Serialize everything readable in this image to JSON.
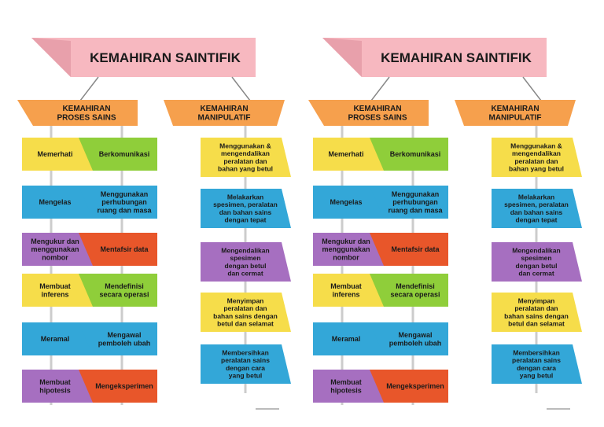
{
  "left_chart": {
    "title": "KEMAHIRAN SAINTIFIK",
    "branch_proses": [
      "KEMAHIRAN",
      "PROSES SAINS"
    ],
    "branch_manipulatif": [
      "KEMAHIRAN",
      "MANIPULATIF"
    ],
    "proses_left": [
      [
        "Memerhati"
      ],
      [
        "Mengelas"
      ],
      [
        "Mengukur dan",
        "menggunakan",
        "nombor"
      ],
      [
        "Membuat",
        "inferens"
      ],
      [
        "Meramal"
      ],
      [
        "Membuat",
        "hipotesis"
      ]
    ],
    "proses_right": [
      [
        "Berkomunikasi"
      ],
      [
        "Menggunakan",
        "perhubungan",
        "ruang dan masa"
      ],
      [
        "Mentafsir data"
      ],
      [
        "Mendefinisi",
        "secara operasi"
      ],
      [
        "Mengawal",
        "pemboleh ubah"
      ],
      [
        "Mengeksperimen"
      ]
    ],
    "manipulatif": [
      [
        "Menggunakan &",
        "mengendalikan",
        "peralatan dan",
        "bahan yang betul"
      ],
      [
        "Melakarkan",
        "spesimen, peralatan",
        "dan bahan sains",
        "dengan tepat"
      ],
      [
        "Mengendalikan",
        "spesimen",
        "dengan betul",
        "dan cermat"
      ],
      [
        "Menyimpan",
        "peralatan dan",
        "bahan sains dengan",
        "betul dan selamat"
      ],
      [
        "Membersihkan",
        "peralatan sains",
        "dengan cara",
        "yang betul"
      ]
    ]
  },
  "right_chart": {
    "title": "KEMAHIRAN SAINTIFIK",
    "branch_proses": [
      "KEMAHIRAN",
      "PROSES SAINS"
    ],
    "branch_manipulatif": [
      "KEMAHIRAN",
      "MANIPULATIF"
    ],
    "proses_left": [
      [
        "Memerhati"
      ],
      [
        "Mengelas"
      ],
      [
        "Mengukur dan",
        "menggunakan",
        "nombor"
      ],
      [
        "Membuat",
        "inferens"
      ],
      [
        "Meramal"
      ],
      [
        "Membuat",
        "hipotesis"
      ]
    ],
    "proses_right": [
      [
        "Berkomunikasi"
      ],
      [
        "Menggunakan",
        "perhubungan",
        "ruang dan masa"
      ],
      [
        "Mentafsir data"
      ],
      [
        "Mendefinisi",
        "secara operasi"
      ],
      [
        "Mengawal",
        "pemboleh ubah"
      ],
      [
        "Mengeksperimen"
      ]
    ],
    "manipulatif": [
      [
        "Menggunakan &",
        "mengendalikan",
        "peralatan dan",
        "bahan yang betul"
      ],
      [
        "Melakarkan",
        "spesimen, peralatan",
        "dan bahan sains",
        "dengan tepat"
      ],
      [
        "Mengendalikan",
        "spesimen",
        "dengan betul",
        "dan cermat"
      ],
      [
        "Menyimpan",
        "peralatan dan",
        "bahan sains dengan",
        "betul dan selamat"
      ],
      [
        "Membersihkan",
        "peralatan sains",
        "dengan cara",
        "yang betul"
      ]
    ]
  },
  "colors": {
    "title_fill": "#f7b8c0",
    "branch_fill": "#f6a04d",
    "yellow": "#f6dd4a",
    "green": "#8fce3a",
    "blue": "#33a7d8",
    "purple": "#a66fc0",
    "orange_red": "#e8562a",
    "connector": "#888888"
  }
}
